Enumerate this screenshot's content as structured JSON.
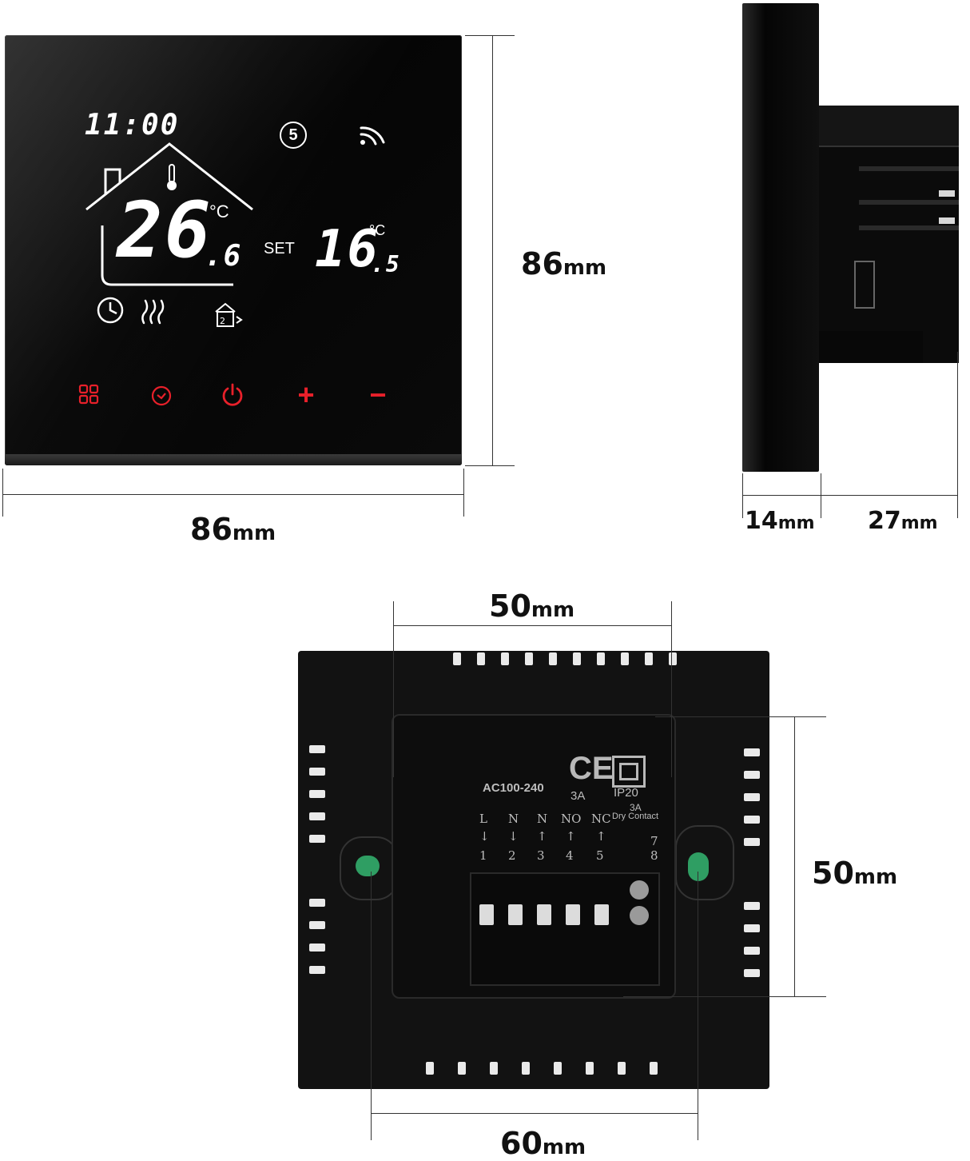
{
  "front": {
    "clock": "11:00",
    "program_mode": "5",
    "room_temp_main": "26",
    "room_temp_decimal": ".6",
    "unit": "°C",
    "set_label": "SET",
    "set_temp_main": "16",
    "set_temp_decimal": ".5",
    "touch_plus": "+",
    "touch_minus": "−",
    "accent_color": "#e8202a"
  },
  "dimensions": {
    "front_height": {
      "value": "86",
      "unit": "mm"
    },
    "front_width": {
      "value": "86",
      "unit": "mm"
    },
    "side_plate_depth": {
      "value": "14",
      "unit": "mm"
    },
    "side_body_depth": {
      "value": "27",
      "unit": "mm"
    },
    "back_module_width": {
      "value": "50",
      "unit": "mm"
    },
    "back_module_height": {
      "value": "50",
      "unit": "mm"
    },
    "back_hole_spacing": {
      "value": "60",
      "unit": "mm"
    }
  },
  "back": {
    "voltage": "AC100-240",
    "current": "3A",
    "ce_mark": "CE",
    "ip_rating": "IP20",
    "dry_contact_current": "3A",
    "dry_contact_label": "Dry Contact",
    "terminals": [
      {
        "name": "L",
        "num": "1",
        "arrow": "down"
      },
      {
        "name": "N",
        "num": "2",
        "arrow": "down"
      },
      {
        "name": "N",
        "num": "3",
        "arrow": "up"
      },
      {
        "name": "NO",
        "num": "4",
        "arrow": "up"
      },
      {
        "name": "NC",
        "num": "5",
        "arrow": "up"
      }
    ],
    "dry_terminals": [
      "7",
      "8"
    ]
  }
}
